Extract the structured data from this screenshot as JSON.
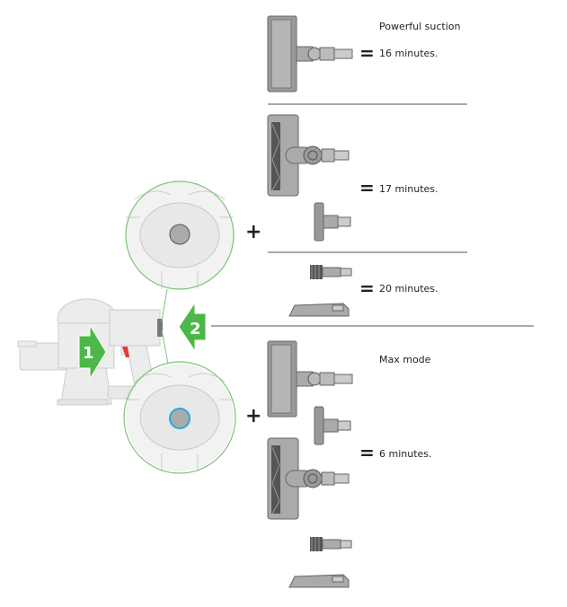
{
  "steps": {
    "step1": "1",
    "step2": "2"
  },
  "sections": [
    {
      "heading": "Powerful suction",
      "runtime": "16 minutes.",
      "equals": "="
    },
    {
      "runtime": "17 minutes.",
      "equals": "="
    },
    {
      "runtime": "20 minutes.",
      "equals": "="
    },
    {
      "heading": "Max mode",
      "runtime": "6 minutes.",
      "equals": "="
    }
  ],
  "plus": "+",
  "colors": {
    "arrow": "#4cb848",
    "circle": "#7cc576",
    "max_ring": "#29a8e0",
    "trigger": "#e53935"
  }
}
